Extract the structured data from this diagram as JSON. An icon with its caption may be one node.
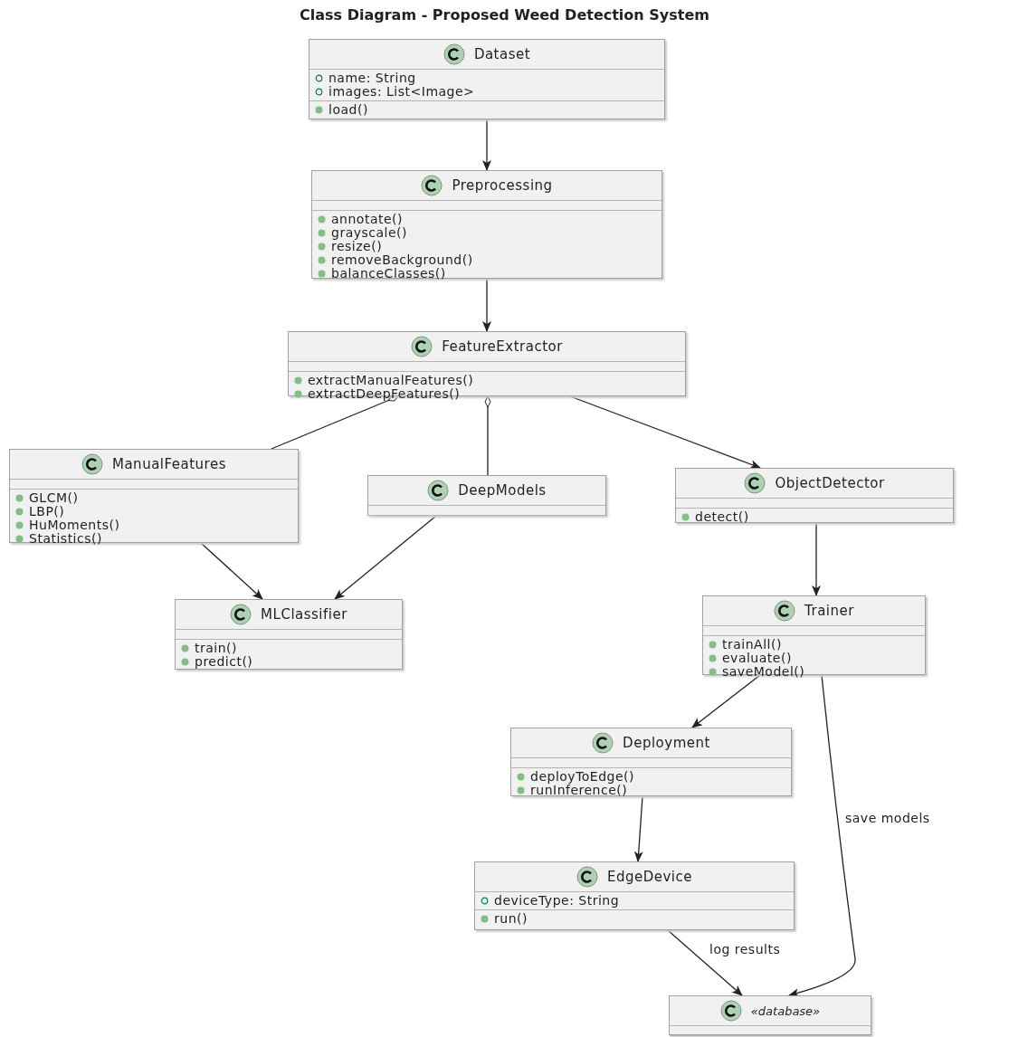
{
  "diagram": {
    "title": "Class Diagram - Proposed Weed Detection System",
    "nodes": [
      {
        "text": [
          "Dataset",
          "name: String",
          "images: List<Image>",
          "load()"
        ]
      },
      {
        "text": [
          "Preprocessing",
          "annotate()",
          "grayscale()",
          "resize()",
          "removeBackground()",
          "balanceClasses()"
        ]
      },
      {
        "text": [
          "FeatureExtractor",
          "extractManualFeatures()",
          "extractDeepFeatures()"
        ]
      },
      {
        "text": [
          "ManualFeatures",
          "GLCM()",
          "LBP()",
          "HuMoments()",
          "Statistics()"
        ]
      },
      {
        "text": [
          "DeepModels"
        ]
      },
      {
        "text": [
          "ObjectDetector",
          "detect()"
        ]
      },
      {
        "text": [
          "MLClassifier",
          "train()",
          "predict()"
        ]
      },
      {
        "text": [
          "Trainer",
          "trainAll()",
          "evaluate()",
          "saveModel()"
        ]
      },
      {
        "text": [
          "Deployment",
          "deployToEdge()",
          "runInference()"
        ]
      },
      {
        "text": [
          "EdgeDevice",
          "deviceType: String",
          "run()"
        ]
      },
      {
        "text": [
          "«database»"
        ]
      }
    ],
    "edges": [
      {
        "from": 0,
        "to": 1,
        "arrow": "to"
      },
      {
        "from": 1,
        "to": 2,
        "arrow": "to"
      },
      {
        "from": 2,
        "to": 3,
        "arrow": "other"
      },
      {
        "from": 2,
        "to": 4,
        "arrow": "other"
      },
      {
        "from": 2,
        "to": 5,
        "arrow": "to"
      },
      {
        "from": 3,
        "to": 6,
        "arrow": "to"
      },
      {
        "from": 4,
        "to": 6,
        "arrow": "to"
      },
      {
        "from": 5,
        "to": 7,
        "arrow": "to"
      },
      {
        "from": 7,
        "to": 8,
        "arrow": "to"
      },
      {
        "from": 8,
        "to": 9,
        "arrow": "to"
      },
      {
        "from": 9,
        "to": 10,
        "arrow": "to",
        "label": "log results"
      },
      {
        "from": 7,
        "to": 10,
        "arrow": "to",
        "label": "save models"
      }
    ]
  }
}
